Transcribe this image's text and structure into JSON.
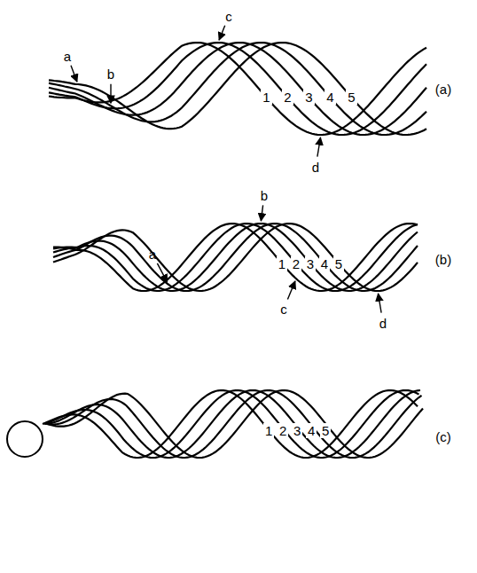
{
  "diagram": {
    "labels": [
      "a",
      "b",
      "c",
      "1",
      "d",
      "2",
      "3",
      "4",
      "5",
      "(a)",
      "a",
      "b",
      "1",
      "c",
      "2",
      "3",
      "4",
      "5",
      "d",
      "(b)",
      "1",
      "2",
      "3",
      "4",
      "5",
      "(c)"
    ]
  }
}
